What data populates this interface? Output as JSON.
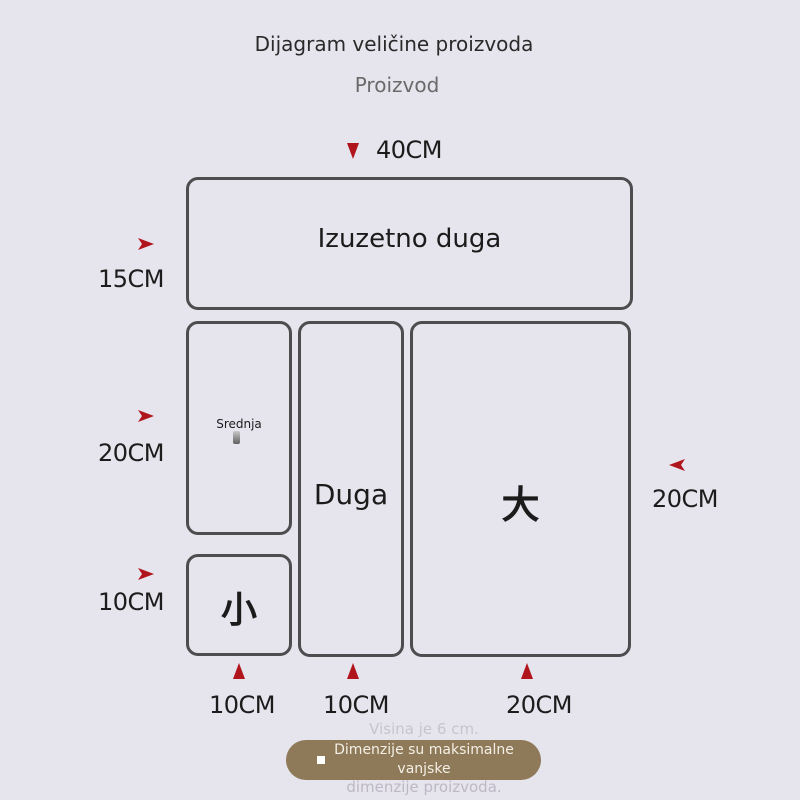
{
  "header": {
    "title": "Dijagram veličine proizvoda",
    "subtitle": "Proizvod"
  },
  "boxes": {
    "extra_long": "Izuzetno duga",
    "medium": "Srednja",
    "long": "Duga",
    "large": "大",
    "small": "小"
  },
  "dimensions": {
    "top_width": "40CM",
    "extra_long_height": "15CM",
    "medium_height": "20CM",
    "small_height": "10CM",
    "large_height": "20CM",
    "small_width": "10CM",
    "long_width": "10CM",
    "large_width": "20CM"
  },
  "notes": {
    "height_note": "Visina je 6 cm.",
    "pill_text": "Dimenzije su maksimalne vanjske",
    "bottom_note": "dimenzije proizvoda."
  },
  "colors": {
    "arrow": "#b0141c",
    "box_border": "#4d4d4f",
    "pill": "#8e7a59",
    "background": "#e6e4ec"
  }
}
